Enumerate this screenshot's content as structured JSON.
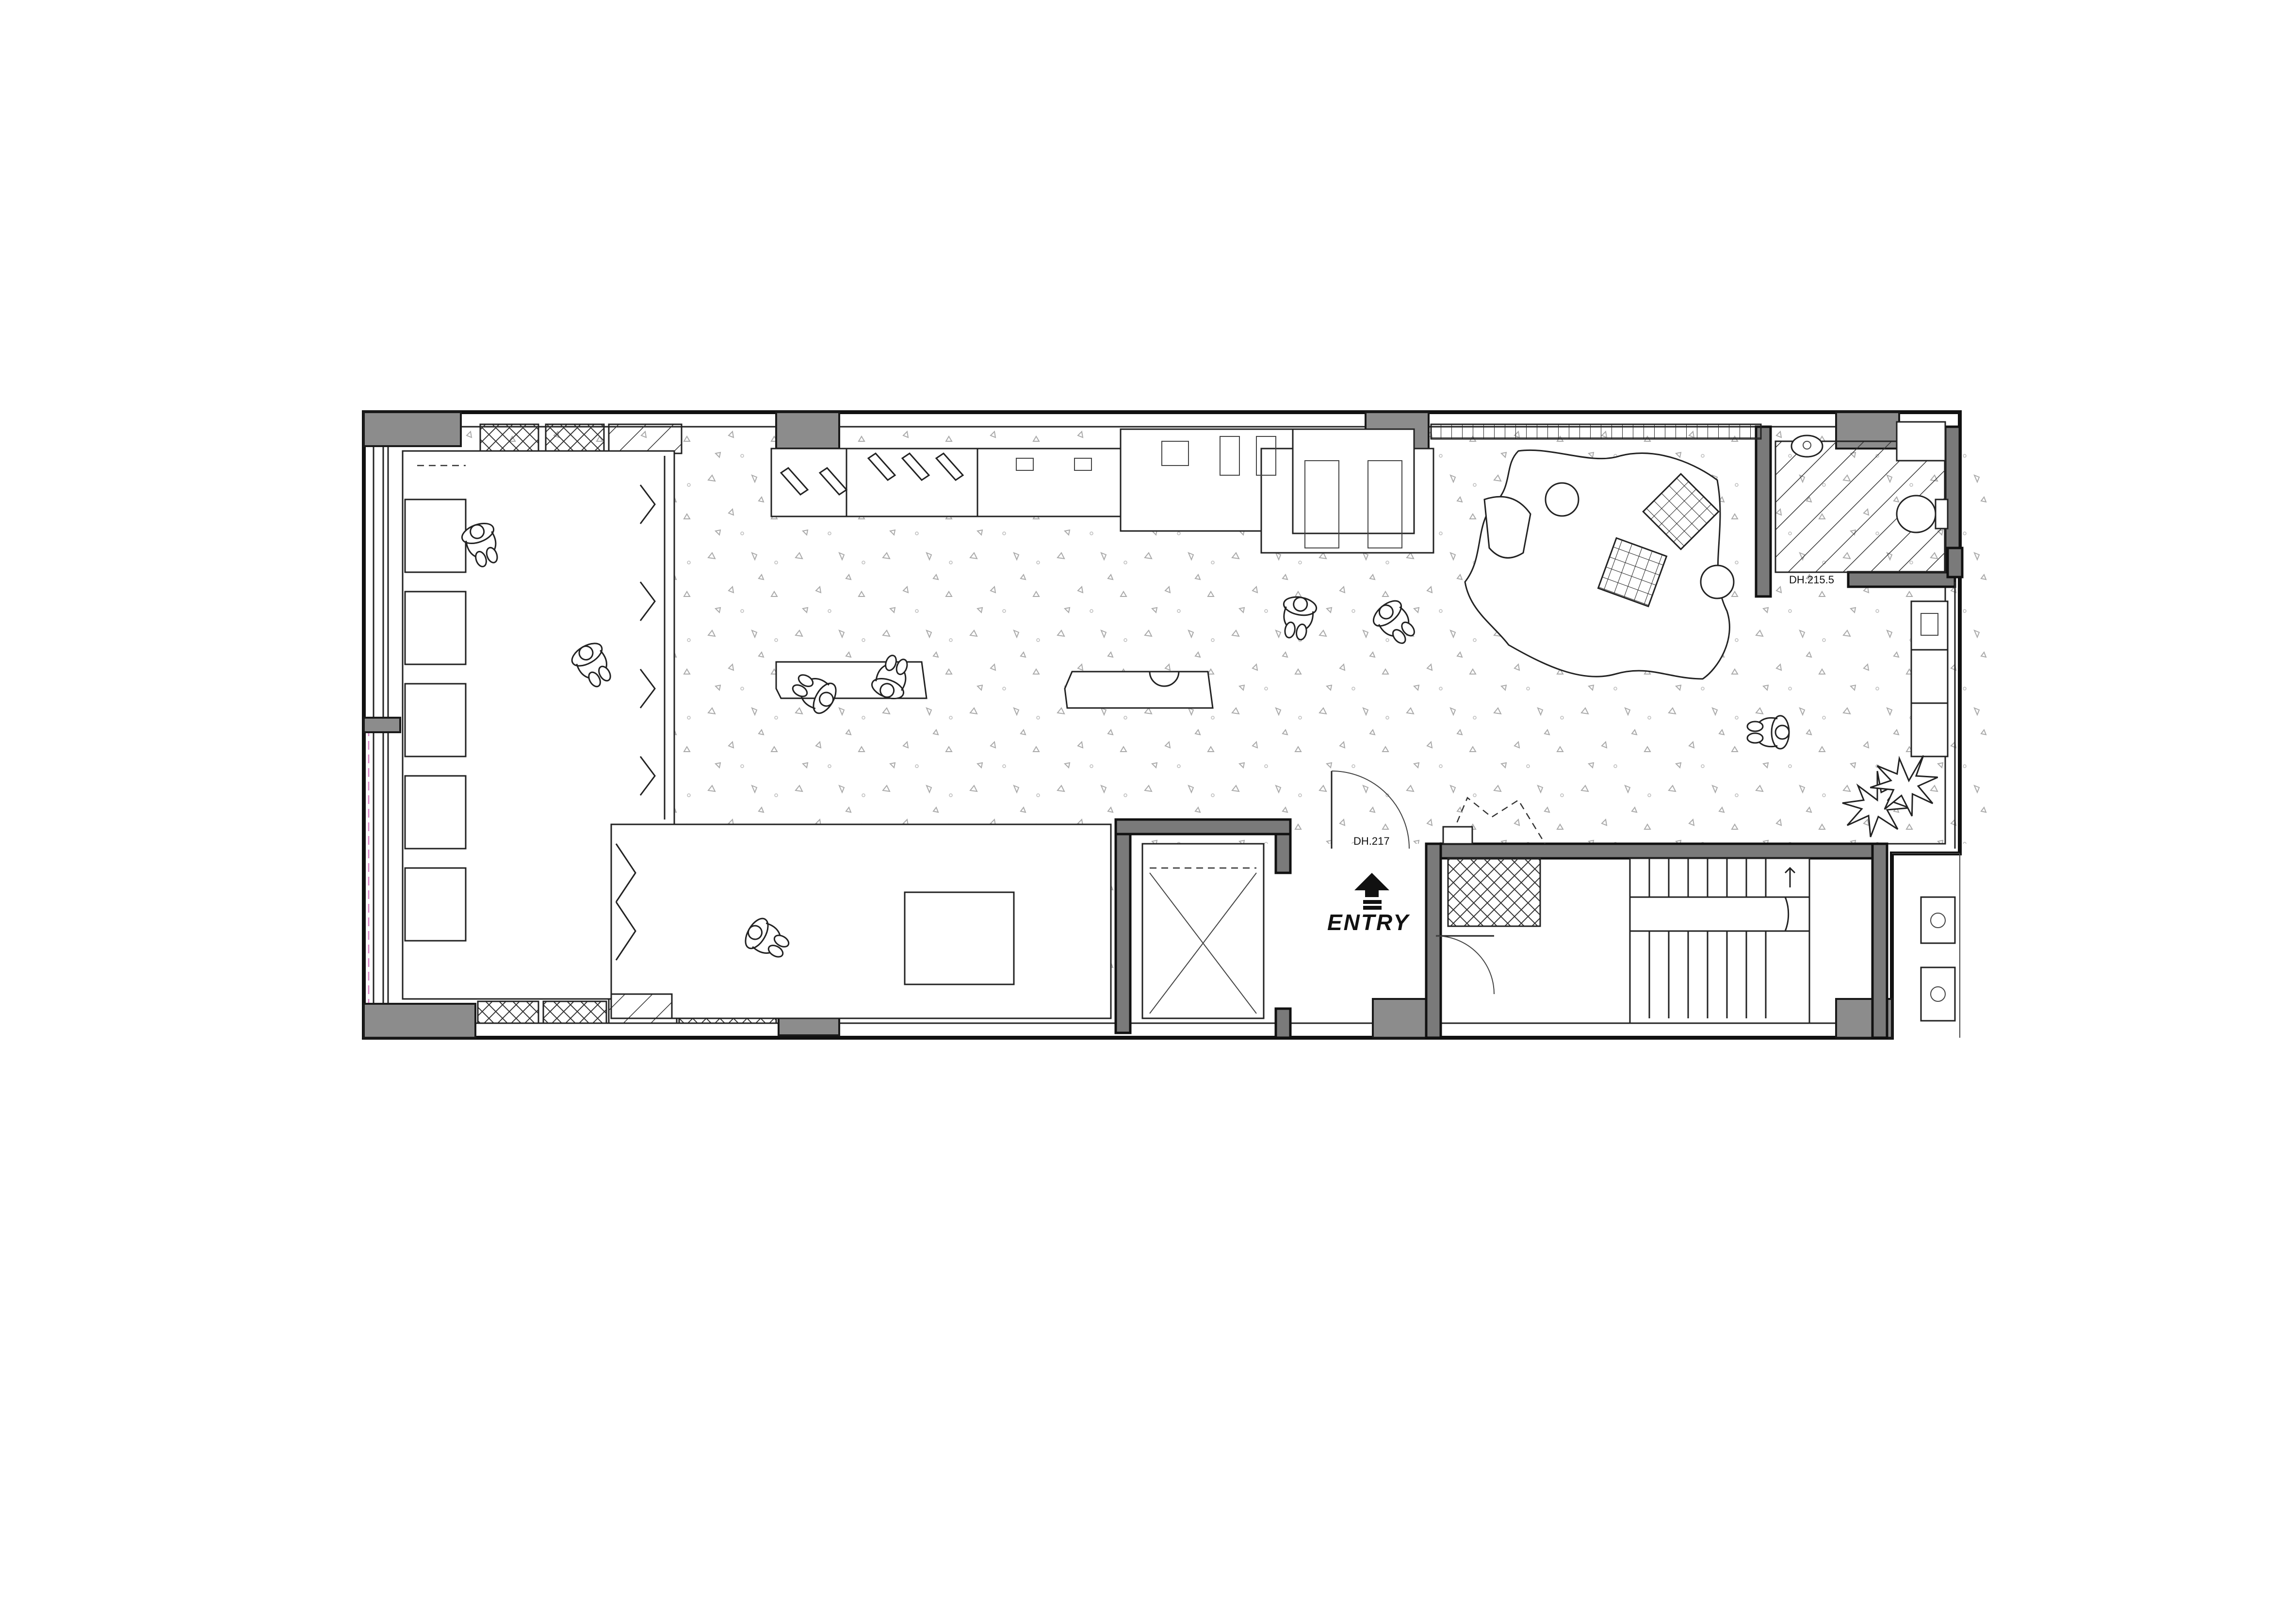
{
  "plan": {
    "entry_label": "ENTRY",
    "door_height_main": "DH.217",
    "door_height_restroom": "DH.215.5"
  },
  "icons": {
    "entry_arrow": "arrow-up-icon",
    "people": "person-top-view-icon",
    "plant": "plant-icon",
    "toilet": "toilet-icon",
    "sink": "sink-icon",
    "stair_arrow": "stair-direction-icon"
  },
  "colors": {
    "wall_fill": "#8c8c8c",
    "line": "#222222",
    "background": "#ffffff",
    "partition_accent": "#d77fc4"
  }
}
